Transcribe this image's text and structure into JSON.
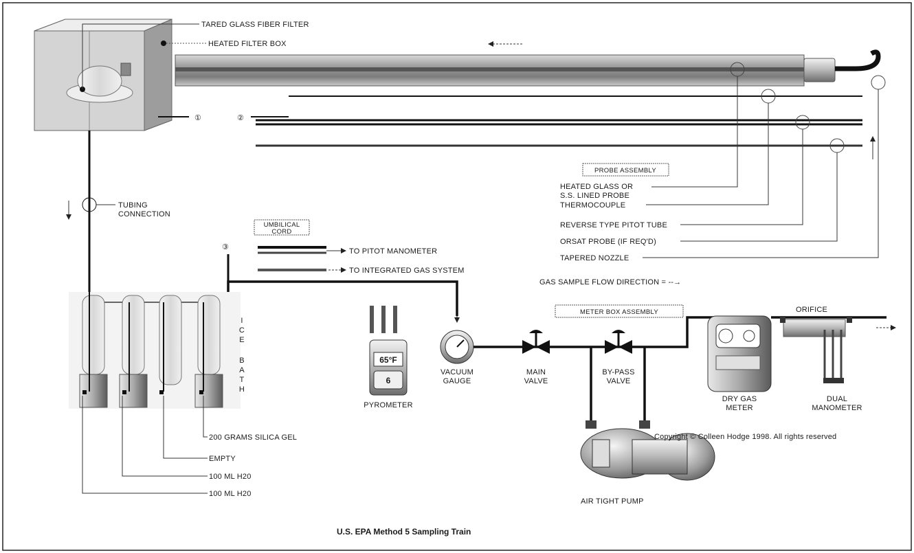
{
  "title": "U.S. EPA Method 5 Sampling Train",
  "copyright": "Copyright © Colleen Hodge 1998. All rights reserved",
  "filter": {
    "tared_filter_label": "TARED GLASS FIBER FILTER",
    "heated_box_label": "HEATED FILTER BOX"
  },
  "connections": {
    "c1": "①",
    "c2": "②",
    "c3": "③"
  },
  "probe_assembly": {
    "header": "PROBE ASSEMBLY",
    "heated_probe_line1": "HEATED GLASS OR",
    "heated_probe_line2": "S.S. LINED PROBE",
    "thermocouple": "THERMOCOUPLE",
    "pitot_tube": "REVERSE TYPE PITOT TUBE",
    "orsat_probe": "ORSAT PROBE (IF REQ'D)",
    "nozzle": "TAPERED NOZZLE"
  },
  "flow_legend": "GAS SAMPLE FLOW DIRECTION = --→",
  "tubing": {
    "line1": "TUBING",
    "line2": "CONNECTION"
  },
  "umbilical": {
    "header_line1": "UMBILICAL",
    "header_line2": "CORD",
    "to_pitot": "TO PITOT MANOMETER",
    "to_gas": "TO INTEGRATED GAS SYSTEM"
  },
  "ice_bath": "ICE BATH",
  "impingers": {
    "silica": "200 GRAMS SILICA GEL",
    "empty": "EMPTY",
    "h2o_a": "100 ML H20",
    "h2o_b": "100 ML H20"
  },
  "pyrometer": {
    "label": "PYROMETER",
    "reading": "65°F",
    "dial": "6"
  },
  "meter_box": {
    "header": "METER BOX ASSEMBLY",
    "vacuum_line1": "VACUUM",
    "vacuum_line2": "GAUGE",
    "main_line1": "MAIN",
    "main_line2": "VALVE",
    "bypass_line1": "BY-PASS",
    "bypass_line2": "VALVE",
    "dry_line1": "DRY GAS",
    "dry_line2": "METER",
    "dual_line1": "DUAL",
    "dual_line2": "MANOMETER",
    "orifice": "ORIFICE",
    "pump": "AIR TIGHT PUMP"
  },
  "colors": {
    "line": "#111111",
    "metal_dark": "#555555",
    "metal_light": "#dddddd",
    "glass": "#eeeeee"
  }
}
